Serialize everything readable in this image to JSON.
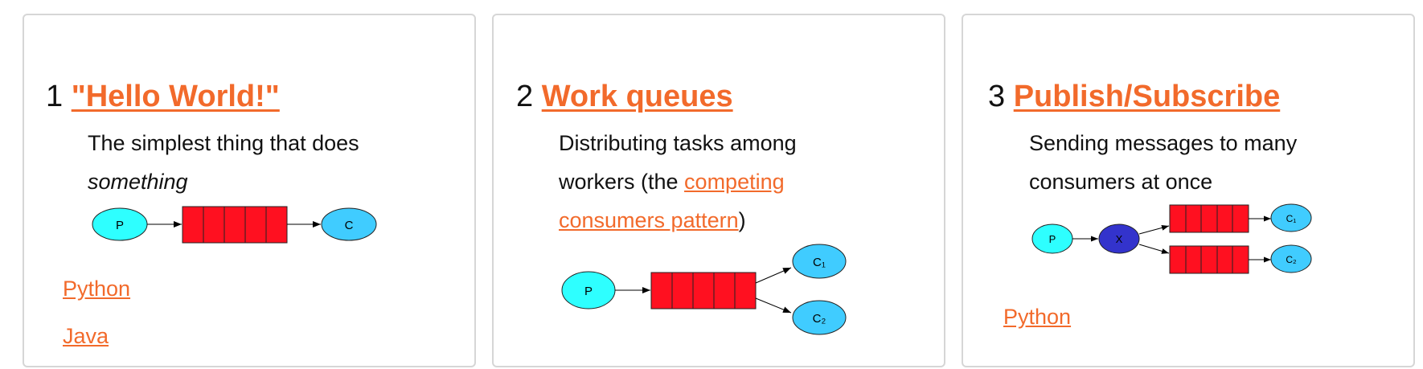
{
  "tutorials": [
    {
      "number": "1",
      "title": "\"Hello World!\"",
      "desc_1": "The simplest thing that does",
      "desc_em": "something",
      "links": [
        "Python",
        "Java"
      ],
      "diagram": {
        "producer": "P",
        "consumer": "C"
      }
    },
    {
      "number": "2",
      "title": "Work queues",
      "desc_1": "Distributing tasks among workers (the ",
      "desc_link": "competing consumers pattern",
      "desc_2": ")",
      "links": [],
      "diagram": {
        "producer": "P",
        "consumers": [
          "C₁",
          "C₂"
        ]
      }
    },
    {
      "number": "3",
      "title": "Publish/Subscribe",
      "desc_1": "Sending messages to many consumers at once",
      "links": [
        "Python"
      ],
      "diagram": {
        "producer": "P",
        "exchange": "X",
        "consumers": [
          "C₁",
          "C₂"
        ]
      }
    }
  ],
  "colors": {
    "link": "#f26a2b",
    "producer": "#2effff",
    "consumer": "#40ccff",
    "queue": "#ff1020",
    "exchange": "#3333cc"
  }
}
